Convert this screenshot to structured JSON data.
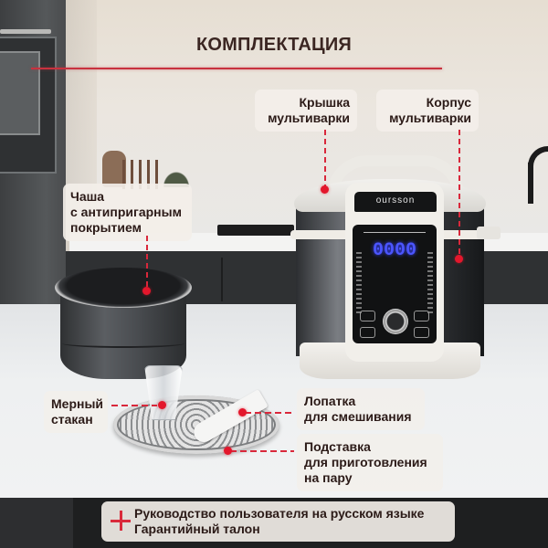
{
  "header": {
    "title": "КОМПЛЕКТАЦИЯ",
    "accent_color": "#c8323f"
  },
  "labels": {
    "lid": {
      "line1": "Крышка",
      "line2": "мультиварки"
    },
    "body": {
      "line1": "Корпус",
      "line2": "мультиварки"
    },
    "bowl": {
      "line1": "Чаша",
      "line2": "с антипригарным",
      "line3": "покрытием"
    },
    "cup": {
      "line1": "Мерный",
      "line2": "стакан"
    },
    "spatula": {
      "line1": "Лопатка",
      "line2": "для смешивания"
    },
    "steamer": {
      "line1": "Подставка",
      "line2": "для приготовления",
      "line3": "на пару"
    }
  },
  "footer": {
    "icon": "plus-icon",
    "line1": "Руководство пользователя на русском языке",
    "line2": "Гарантийный талон"
  },
  "product": {
    "brand": "oursson",
    "display_value": "0000",
    "display_color": "#4b55ff"
  },
  "colors": {
    "marker": "#e3172c",
    "text": "#2b1a17",
    "label_bg": "#f3efe9"
  }
}
